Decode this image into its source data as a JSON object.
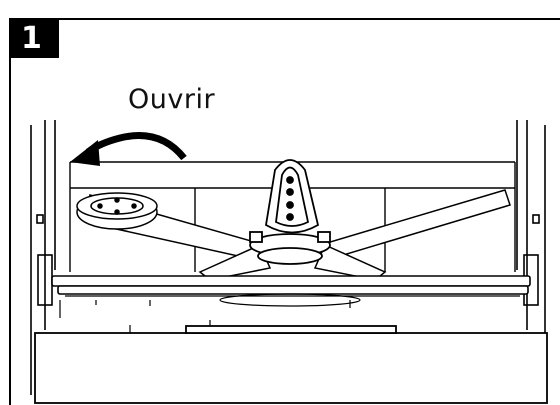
{
  "step": {
    "number": "1"
  },
  "annotation": {
    "label": "Ouvrir"
  },
  "diagram": {
    "parts": [
      "frame",
      "open-arrow",
      "spray-arm-nut",
      "wash-arm",
      "rack",
      "door-panel"
    ]
  }
}
